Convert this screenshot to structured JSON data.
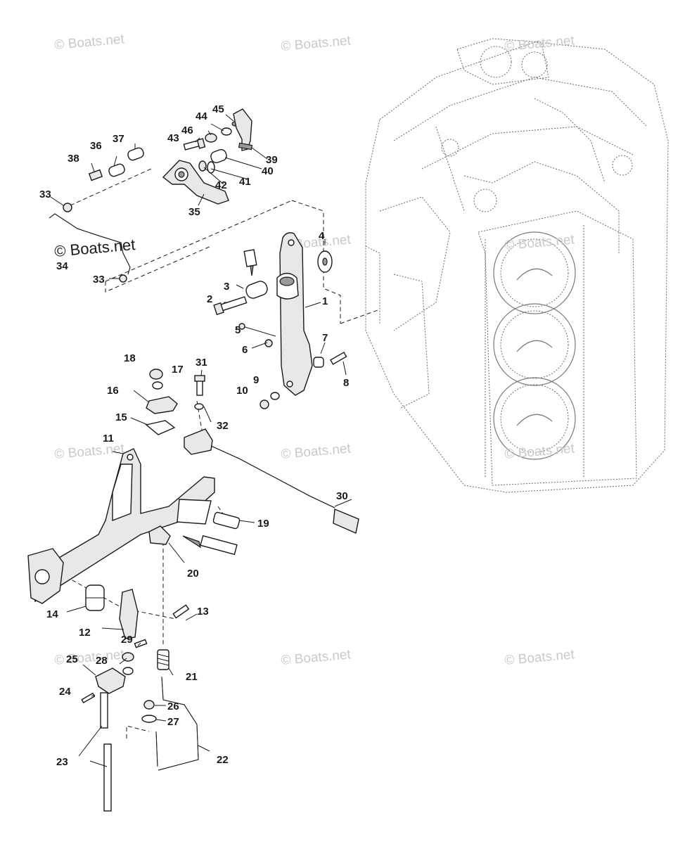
{
  "watermarks": [
    "© Boats.net",
    "© Boats.net",
    "© Boats.net",
    "© Boats.net",
    "© Boats.net",
    "© Boats.net",
    "© Boats.net",
    "© Boats.net"
  ],
  "inline_watermark": "© Boats.net",
  "callouts": [
    "1",
    "2",
    "3",
    "4",
    "5",
    "6",
    "7",
    "8",
    "9",
    "10",
    "11",
    "12",
    "13",
    "14",
    "15",
    "16",
    "17",
    "18",
    "19",
    "20",
    "21",
    "22",
    "23",
    "24",
    "25",
    "26",
    "27",
    "28",
    "29",
    "30",
    "31",
    "32",
    "33",
    "33",
    "34",
    "35",
    "36",
    "37",
    "38",
    "39",
    "40",
    "41",
    "42",
    "43",
    "44",
    "45",
    "46"
  ],
  "colors": {
    "line": "#1a1a1a",
    "watermark": "#c9c9c9",
    "engine": "#6a6a6a",
    "fill": "#e8e8e8"
  }
}
